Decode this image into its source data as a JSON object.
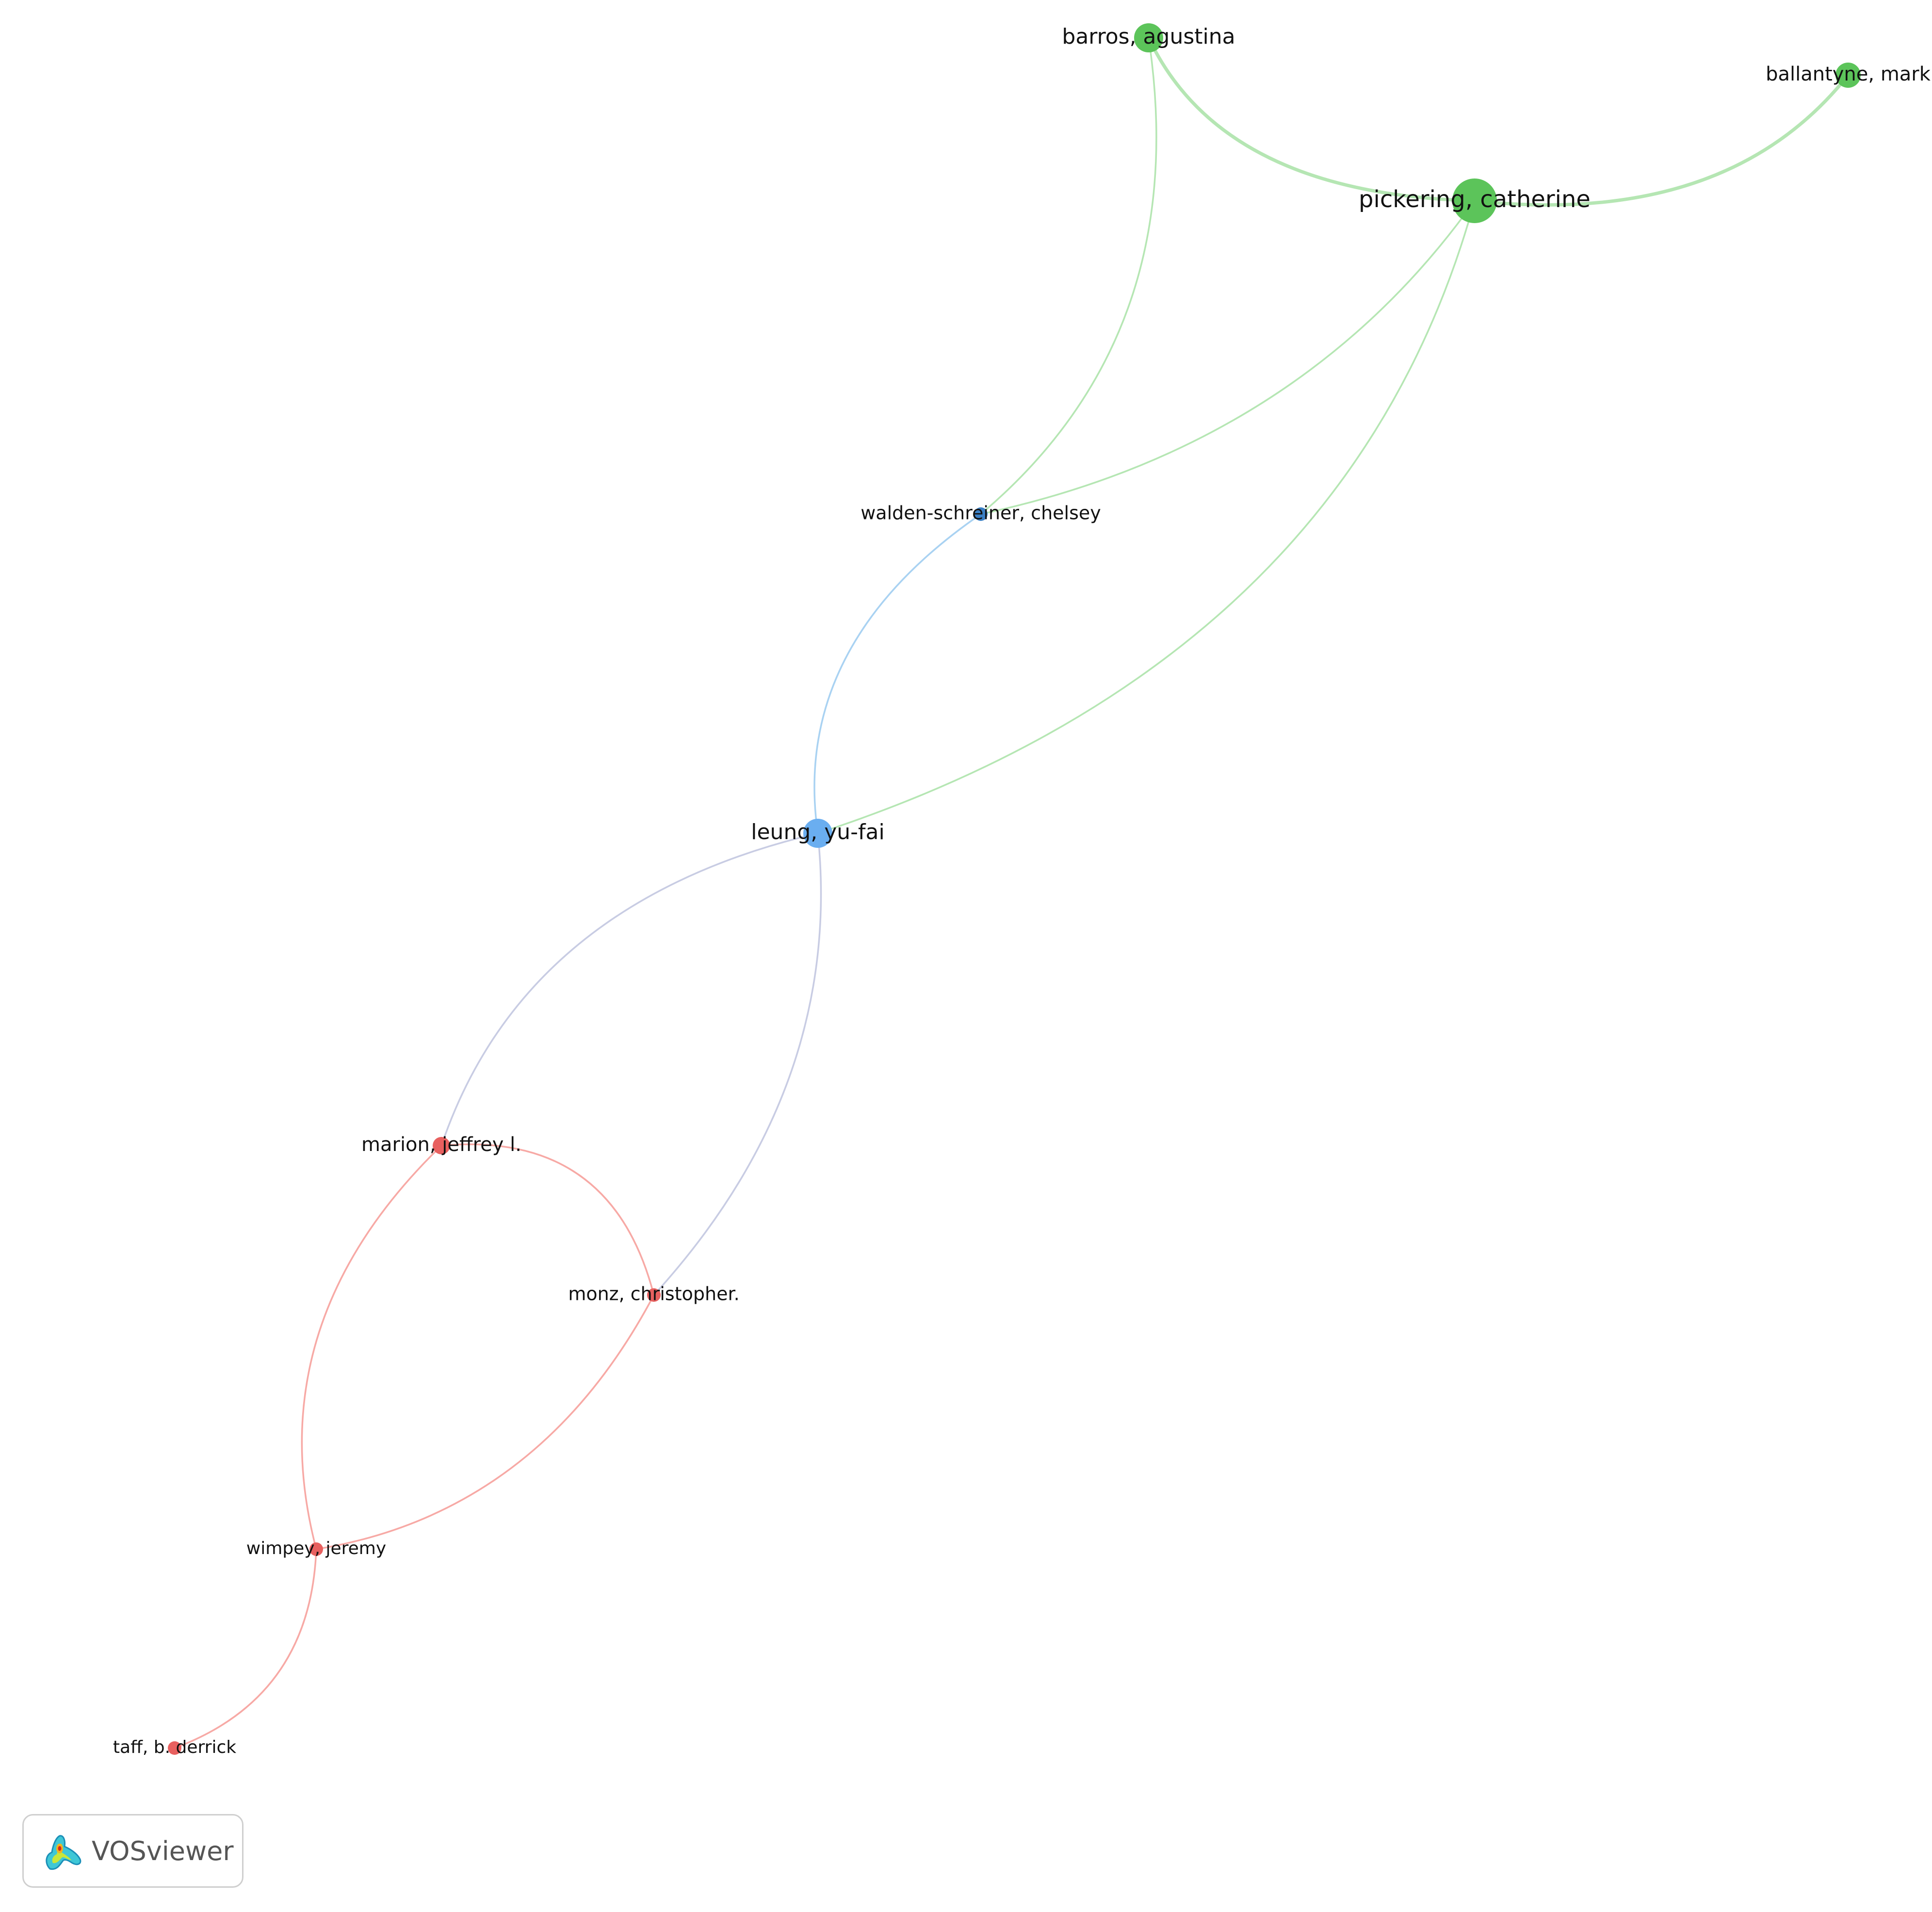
{
  "colors": {
    "cluster_red": "#e8605f",
    "cluster_green": "#5cc45a",
    "cluster_blue": "#6aaef0",
    "cluster_darkblue": "#3a7fc4",
    "link_red": "#f7a9a5",
    "link_green": "#b5e6b3",
    "link_blue": "#a9d2f2",
    "link_mixed": "#c8cce3"
  },
  "nodes": [
    {
      "id": "pickering",
      "label": "pickering, catherine",
      "cluster": "green",
      "weight": 5
    },
    {
      "id": "barros",
      "label": "barros, agustina",
      "cluster": "green",
      "weight": 3
    },
    {
      "id": "ballantyne",
      "label": "ballantyne, mark",
      "cluster": "green",
      "weight": 2
    },
    {
      "id": "walden",
      "label": "walden-schreiner, chelsey",
      "cluster": "darkblue",
      "weight": 1
    },
    {
      "id": "leung",
      "label": "leung, yu-fai",
      "cluster": "blue",
      "weight": 3
    },
    {
      "id": "marion",
      "label": "marion, jeffrey l.",
      "cluster": "red",
      "weight": 2
    },
    {
      "id": "monz",
      "label": "monz, christopher.",
      "cluster": "red",
      "weight": 1
    },
    {
      "id": "wimpey",
      "label": "wimpey, jeremy",
      "cluster": "red",
      "weight": 1
    },
    {
      "id": "taff",
      "label": "taff, b. derrick",
      "cluster": "red",
      "weight": 1
    }
  ],
  "links": [
    {
      "source": "barros",
      "target": "pickering",
      "strength": 2,
      "color": "green"
    },
    {
      "source": "pickering",
      "target": "ballantyne",
      "strength": 2,
      "color": "green"
    },
    {
      "source": "barros",
      "target": "walden",
      "strength": 1,
      "color": "green"
    },
    {
      "source": "pickering",
      "target": "walden",
      "strength": 1,
      "color": "green"
    },
    {
      "source": "pickering",
      "target": "leung",
      "strength": 1,
      "color": "green"
    },
    {
      "source": "walden",
      "target": "leung",
      "strength": 1,
      "color": "blue"
    },
    {
      "source": "leung",
      "target": "marion",
      "strength": 1,
      "color": "mixed"
    },
    {
      "source": "leung",
      "target": "monz",
      "strength": 1,
      "color": "mixed"
    },
    {
      "source": "marion",
      "target": "monz",
      "strength": 1,
      "color": "red"
    },
    {
      "source": "marion",
      "target": "wimpey",
      "strength": 1,
      "color": "red"
    },
    {
      "source": "monz",
      "target": "wimpey",
      "strength": 1,
      "color": "red"
    },
    {
      "source": "wimpey",
      "target": "taff",
      "strength": 1,
      "color": "red"
    }
  ],
  "logo": {
    "icon": "vosviewer-logo-icon",
    "text": "VOSviewer"
  }
}
